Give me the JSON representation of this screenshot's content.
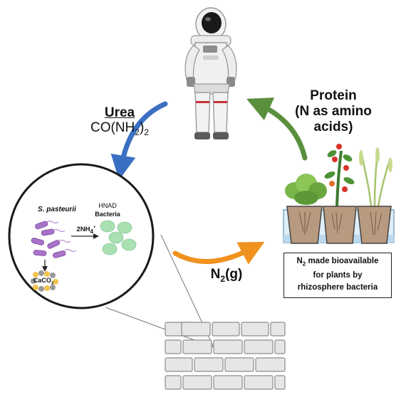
{
  "labels": {
    "urea_title": "Urea",
    "urea_formula": {
      "a": "CO(NH",
      "sub": "2",
      "b": ")",
      "sub2": "2"
    },
    "protein_line1": "Protein",
    "protein_line2": "(N as amino",
    "protein_line3": "acids)",
    "n2": {
      "a": "N",
      "sub": "2",
      "b": "(g)"
    },
    "box": {
      "a": "N",
      "sub": "2",
      "b": " made bioavailable",
      "line2": "for plants by",
      "line3": "rhizosphere bacteria"
    },
    "s_pasteurii": "S. pasteurii",
    "hnad_line1": "HNAD",
    "hnad_line2": "Bacteria",
    "nh4": {
      "a": "2NH",
      "sub": "4",
      "sup": "+"
    },
    "caco3": {
      "a": "CaCO",
      "sub": "3"
    }
  },
  "colors": {
    "urea_arrow": "#3a6fc2",
    "protein_arrow": "#5a8f3e",
    "n2_arrow": "#f0921e",
    "s_pasteurii_cells": "#a873c9",
    "hnad_cells": "#a8e0b2",
    "caco3_crystals": "#f2c34e",
    "brick": "#e6e6e6"
  },
  "icons": [
    "astronaut-icon",
    "plants-in-pots-icon",
    "brick-wall-icon",
    "bacteria-cells-icon"
  ]
}
